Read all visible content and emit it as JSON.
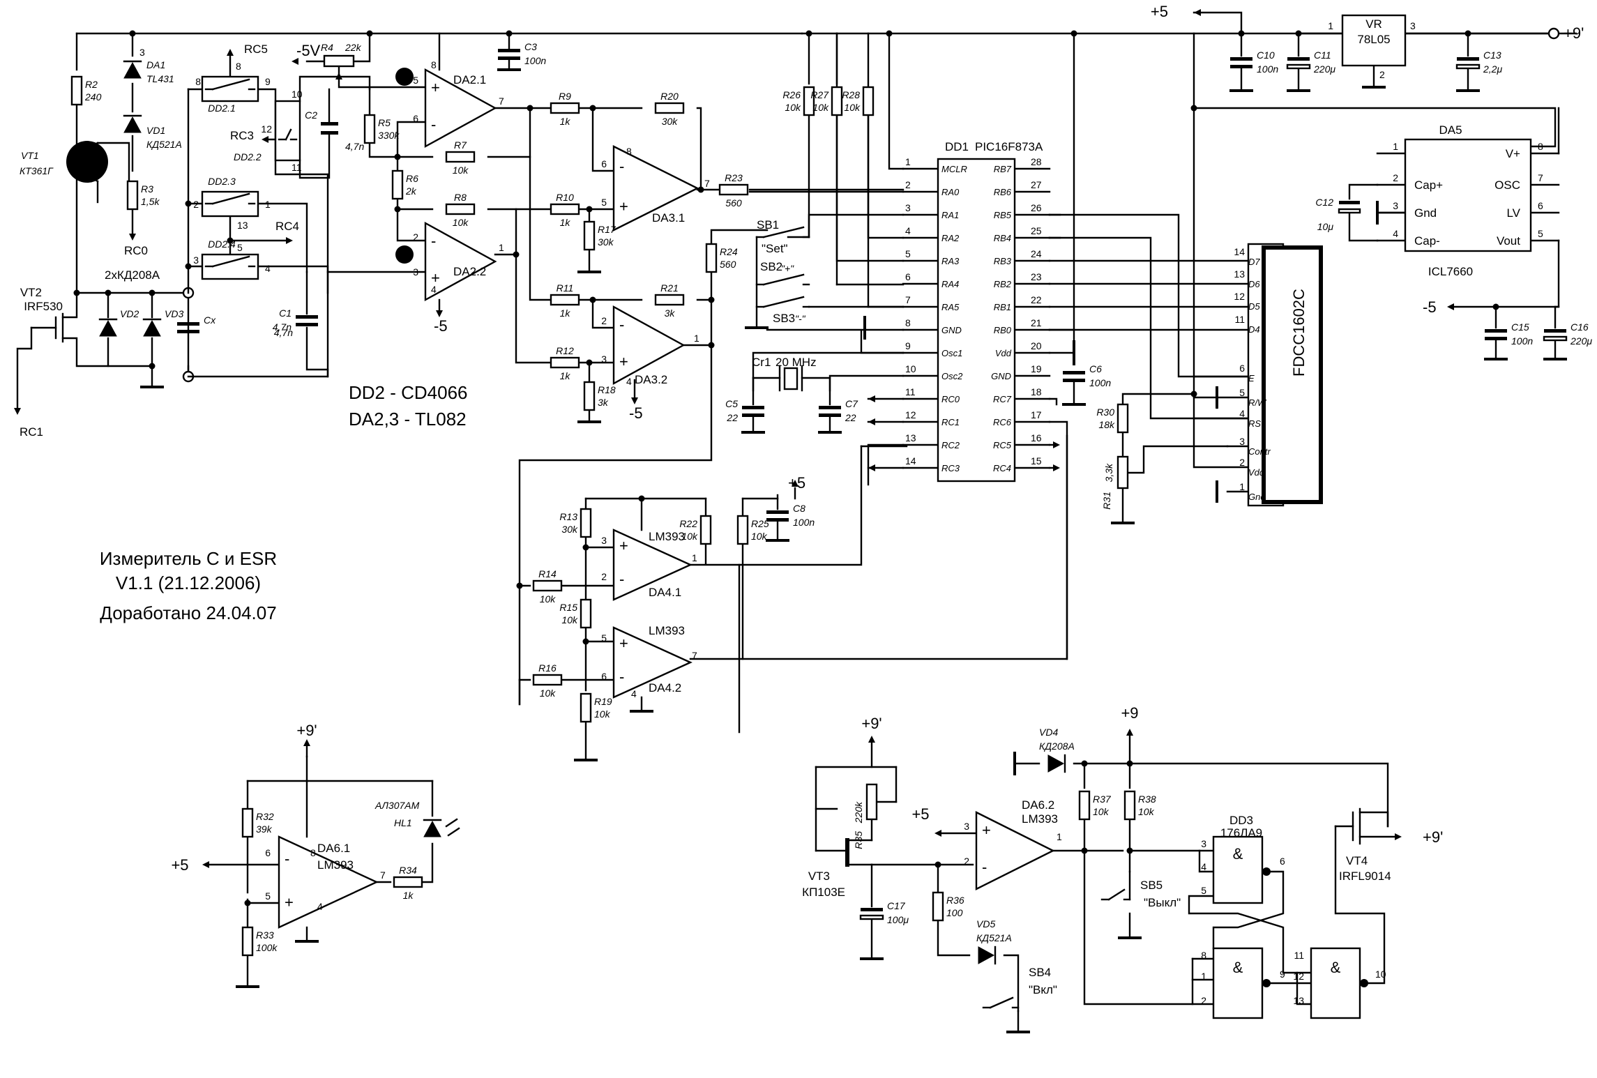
{
  "notes": {
    "title": "Измеритель С и ESR",
    "version": "V1.1 (21.12.2006)",
    "revised": "Доработано 24.04.07",
    "dd2": "DD2 - CD4066",
    "da23": "DA2,3 - TL082"
  },
  "rails": {
    "p5": "+5",
    "m5": "-5",
    "p9": "+9",
    "p9p": "+9'",
    "m5v": "-5V"
  },
  "ports": {
    "rc0": "RC0",
    "rc1": "RC1",
    "rc3": "RC3",
    "rc4": "RC4",
    "rc5": "RC5"
  },
  "mcu": {
    "ref": "DD1",
    "part": "PIC16F873A",
    "left_pins": [
      {
        "num": "1",
        "name": "MCLR"
      },
      {
        "num": "2",
        "name": "RA0"
      },
      {
        "num": "3",
        "name": "RA1"
      },
      {
        "num": "4",
        "name": "RA2"
      },
      {
        "num": "5",
        "name": "RA3"
      },
      {
        "num": "6",
        "name": "RA4"
      },
      {
        "num": "7",
        "name": "RA5"
      },
      {
        "num": "8",
        "name": "GND"
      },
      {
        "num": "9",
        "name": "Osc1"
      },
      {
        "num": "10",
        "name": "Osc2"
      },
      {
        "num": "11",
        "name": "RC0"
      },
      {
        "num": "12",
        "name": "RC1"
      },
      {
        "num": "13",
        "name": "RC2"
      },
      {
        "num": "14",
        "name": "RC3"
      }
    ],
    "right_pins": [
      {
        "num": "28",
        "name": "RB7"
      },
      {
        "num": "27",
        "name": "RB6"
      },
      {
        "num": "26",
        "name": "RB5"
      },
      {
        "num": "25",
        "name": "RB4"
      },
      {
        "num": "24",
        "name": "RB3"
      },
      {
        "num": "23",
        "name": "RB2"
      },
      {
        "num": "22",
        "name": "RB1"
      },
      {
        "num": "21",
        "name": "RB0"
      },
      {
        "num": "20",
        "name": "Vdd"
      },
      {
        "num": "19",
        "name": "GND"
      },
      {
        "num": "18",
        "name": "RC7"
      },
      {
        "num": "17",
        "name": "RC6"
      },
      {
        "num": "16",
        "name": "RC5"
      },
      {
        "num": "15",
        "name": "RC4"
      }
    ]
  },
  "lcd": {
    "part": "FDCC1602C",
    "pins": [
      {
        "num": "14",
        "name": "D7"
      },
      {
        "num": "13",
        "name": "D6"
      },
      {
        "num": "12",
        "name": "D5"
      },
      {
        "num": "11",
        "name": "D4"
      },
      {
        "num": "6",
        "name": "E"
      },
      {
        "num": "5",
        "name": "R/W"
      },
      {
        "num": "4",
        "name": "RS"
      },
      {
        "num": "3",
        "name": "Contr"
      },
      {
        "num": "2",
        "name": "Vdd"
      },
      {
        "num": "1",
        "name": "Gnd"
      }
    ]
  },
  "icl": {
    "ref": "DA5",
    "part": "ICL7660",
    "pins": [
      {
        "num": "1",
        "name": ""
      },
      {
        "num": "2",
        "name": "Cap+"
      },
      {
        "num": "3",
        "name": "Gnd"
      },
      {
        "num": "4",
        "name": "Cap-"
      },
      {
        "num": "8",
        "name": "V+"
      },
      {
        "num": "7",
        "name": "OSC"
      },
      {
        "num": "6",
        "name": "LV"
      },
      {
        "num": "5",
        "name": "Vout"
      }
    ]
  },
  "reg": {
    "ref": "VR",
    "part": "78L05",
    "p1": "1",
    "p2": "2",
    "p3": "3"
  },
  "resistors": {
    "r2": [
      "R2",
      "240"
    ],
    "r3": [
      "R3",
      "1,5k"
    ],
    "r4": [
      "R4",
      "22k"
    ],
    "r5": [
      "R5",
      "330k"
    ],
    "r6": [
      "R6",
      "2k"
    ],
    "r7": [
      "R7",
      "10k"
    ],
    "r8": [
      "R8",
      "10k"
    ],
    "r9": [
      "R9",
      "1k"
    ],
    "r10": [
      "R10",
      "1k"
    ],
    "r11": [
      "R11",
      "1k"
    ],
    "r12": [
      "R12",
      "1k"
    ],
    "r13": [
      "R13",
      "30k"
    ],
    "r14": [
      "R14",
      "10k"
    ],
    "r15": [
      "R15",
      "10k"
    ],
    "r16": [
      "R16",
      "10k"
    ],
    "r17": [
      "R17",
      "30k"
    ],
    "r18": [
      "R18",
      "3k"
    ],
    "r19": [
      "R19",
      "10k"
    ],
    "r20": [
      "R20",
      "30k"
    ],
    "r21": [
      "R21",
      "3k"
    ],
    "r22": [
      "R22",
      "10k"
    ],
    "r23": [
      "R23",
      "560"
    ],
    "r24": [
      "R24",
      "560"
    ],
    "r25": [
      "R25",
      "10k"
    ],
    "r26": [
      "R26",
      "10k"
    ],
    "r27": [
      "R27",
      "10k"
    ],
    "r28": [
      "R28",
      "10k"
    ],
    "r30": [
      "R30",
      "18k"
    ],
    "r31": [
      "R31",
      "3,3k"
    ],
    "r32": [
      "R32",
      "39k"
    ],
    "r33": [
      "R33",
      "100k"
    ],
    "r34": [
      "R34",
      "1k"
    ],
    "r35": [
      "R35",
      "220k"
    ],
    "r36": [
      "R36",
      "100"
    ],
    "r37": [
      "R37",
      "10k"
    ],
    "r38": [
      "R38",
      "10k"
    ]
  },
  "capacitors": {
    "c1": [
      "C1",
      "4,7n"
    ],
    "c2": [
      "C2",
      "4,7n"
    ],
    "c3": [
      "C3",
      "100n"
    ],
    "c5": [
      "C5",
      "22"
    ],
    "c6": [
      "C6",
      "100n"
    ],
    "c7": [
      "C7",
      "22"
    ],
    "c8": [
      "C8",
      "100n"
    ],
    "c10": [
      "C10",
      "100n"
    ],
    "c11": [
      "C11",
      "220μ"
    ],
    "c12": [
      "C12",
      "10μ"
    ],
    "c13": [
      "C13",
      "2,2μ"
    ],
    "c15": [
      "C15",
      "100n"
    ],
    "c16": [
      "C16",
      "220μ"
    ],
    "c17": [
      "C17",
      "100μ"
    ],
    "cx": [
      "Cx",
      ""
    ]
  },
  "semis": {
    "da1": [
      "DA1",
      "TL431"
    ],
    "vd1": [
      "VD1",
      "КД521А"
    ],
    "vt1": [
      "VT1",
      "КТ361Г"
    ],
    "vt2": [
      "VT2",
      "IRF530"
    ],
    "vd23": [
      "2хКД208А",
      ""
    ],
    "vd2": [
      "VD2",
      ""
    ],
    "vd3": [
      "VD3",
      ""
    ],
    "vd4": [
      "VD4",
      "КД208А"
    ],
    "vd5": [
      "VD5",
      "КД521А"
    ],
    "vt3": [
      "VT3",
      "КП103Е"
    ],
    "vt4": [
      "VT4",
      "IRFL9014"
    ],
    "hl1": [
      "HL1",
      "АЛ307АМ"
    ]
  },
  "opamps": {
    "da21": "DA2.1",
    "da22": "DA2.2",
    "da31": "DA3.1",
    "da32": "DA3.2",
    "da41": "DA4.1",
    "da42": "DA4.2",
    "lm393": "LM393",
    "da61": "DA6.1",
    "da62": "DA6.2"
  },
  "switches": {
    "dd21": "DD2.1",
    "dd22": "DD2.2",
    "dd23": "DD2.3",
    "dd24": "DD2.4",
    "sb1": "SB1",
    "sb1t": "\"Set\"",
    "sb2": "SB2",
    "sb2t": "\"+\"",
    "sb3": "SB3",
    "sb3t": "\"-\"",
    "sb4": "SB4",
    "sb4t": "\"Вкл\"",
    "sb5": "SB5",
    "sb5t": "\"Выкл\""
  },
  "crystal": {
    "ref": "Cr1",
    "freq": "20 MHz"
  },
  "logic": {
    "ref": "DD3",
    "part": "176ЛА9",
    "amp": "&"
  }
}
